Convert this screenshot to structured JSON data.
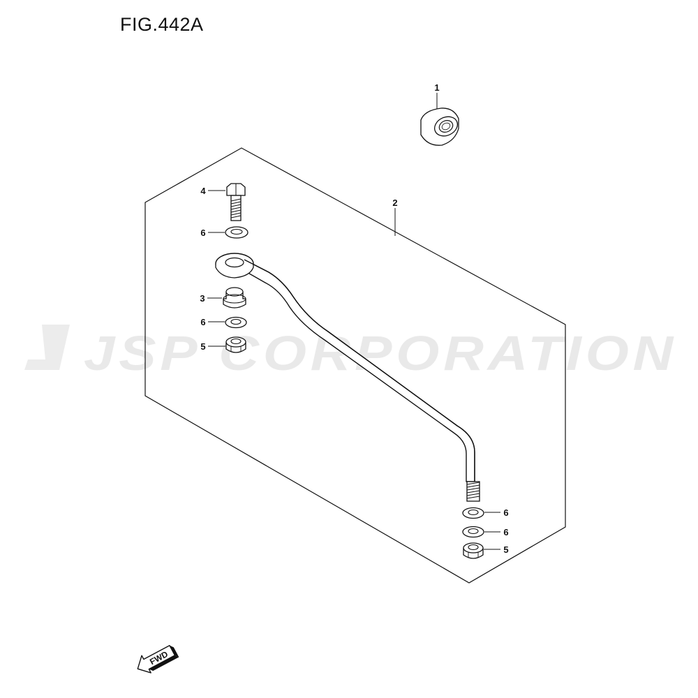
{
  "figure": {
    "title": "FIG.442A",
    "watermark": "JSP CORPORATION",
    "direction_label": "FWD"
  },
  "callouts": [
    {
      "id": "c1",
      "number": "1"
    },
    {
      "id": "c2",
      "number": "2"
    },
    {
      "id": "c3",
      "number": "3"
    },
    {
      "id": "c4",
      "number": "4"
    },
    {
      "id": "c6a",
      "number": "6"
    },
    {
      "id": "c6b",
      "number": "6"
    },
    {
      "id": "c5a",
      "number": "5"
    },
    {
      "id": "c6c",
      "number": "6"
    },
    {
      "id": "c6d",
      "number": "6"
    },
    {
      "id": "c5b",
      "number": "5"
    }
  ],
  "colors": {
    "line": "#111111",
    "part_fill": "#ffffff",
    "watermark": "#e9e9e9"
  }
}
